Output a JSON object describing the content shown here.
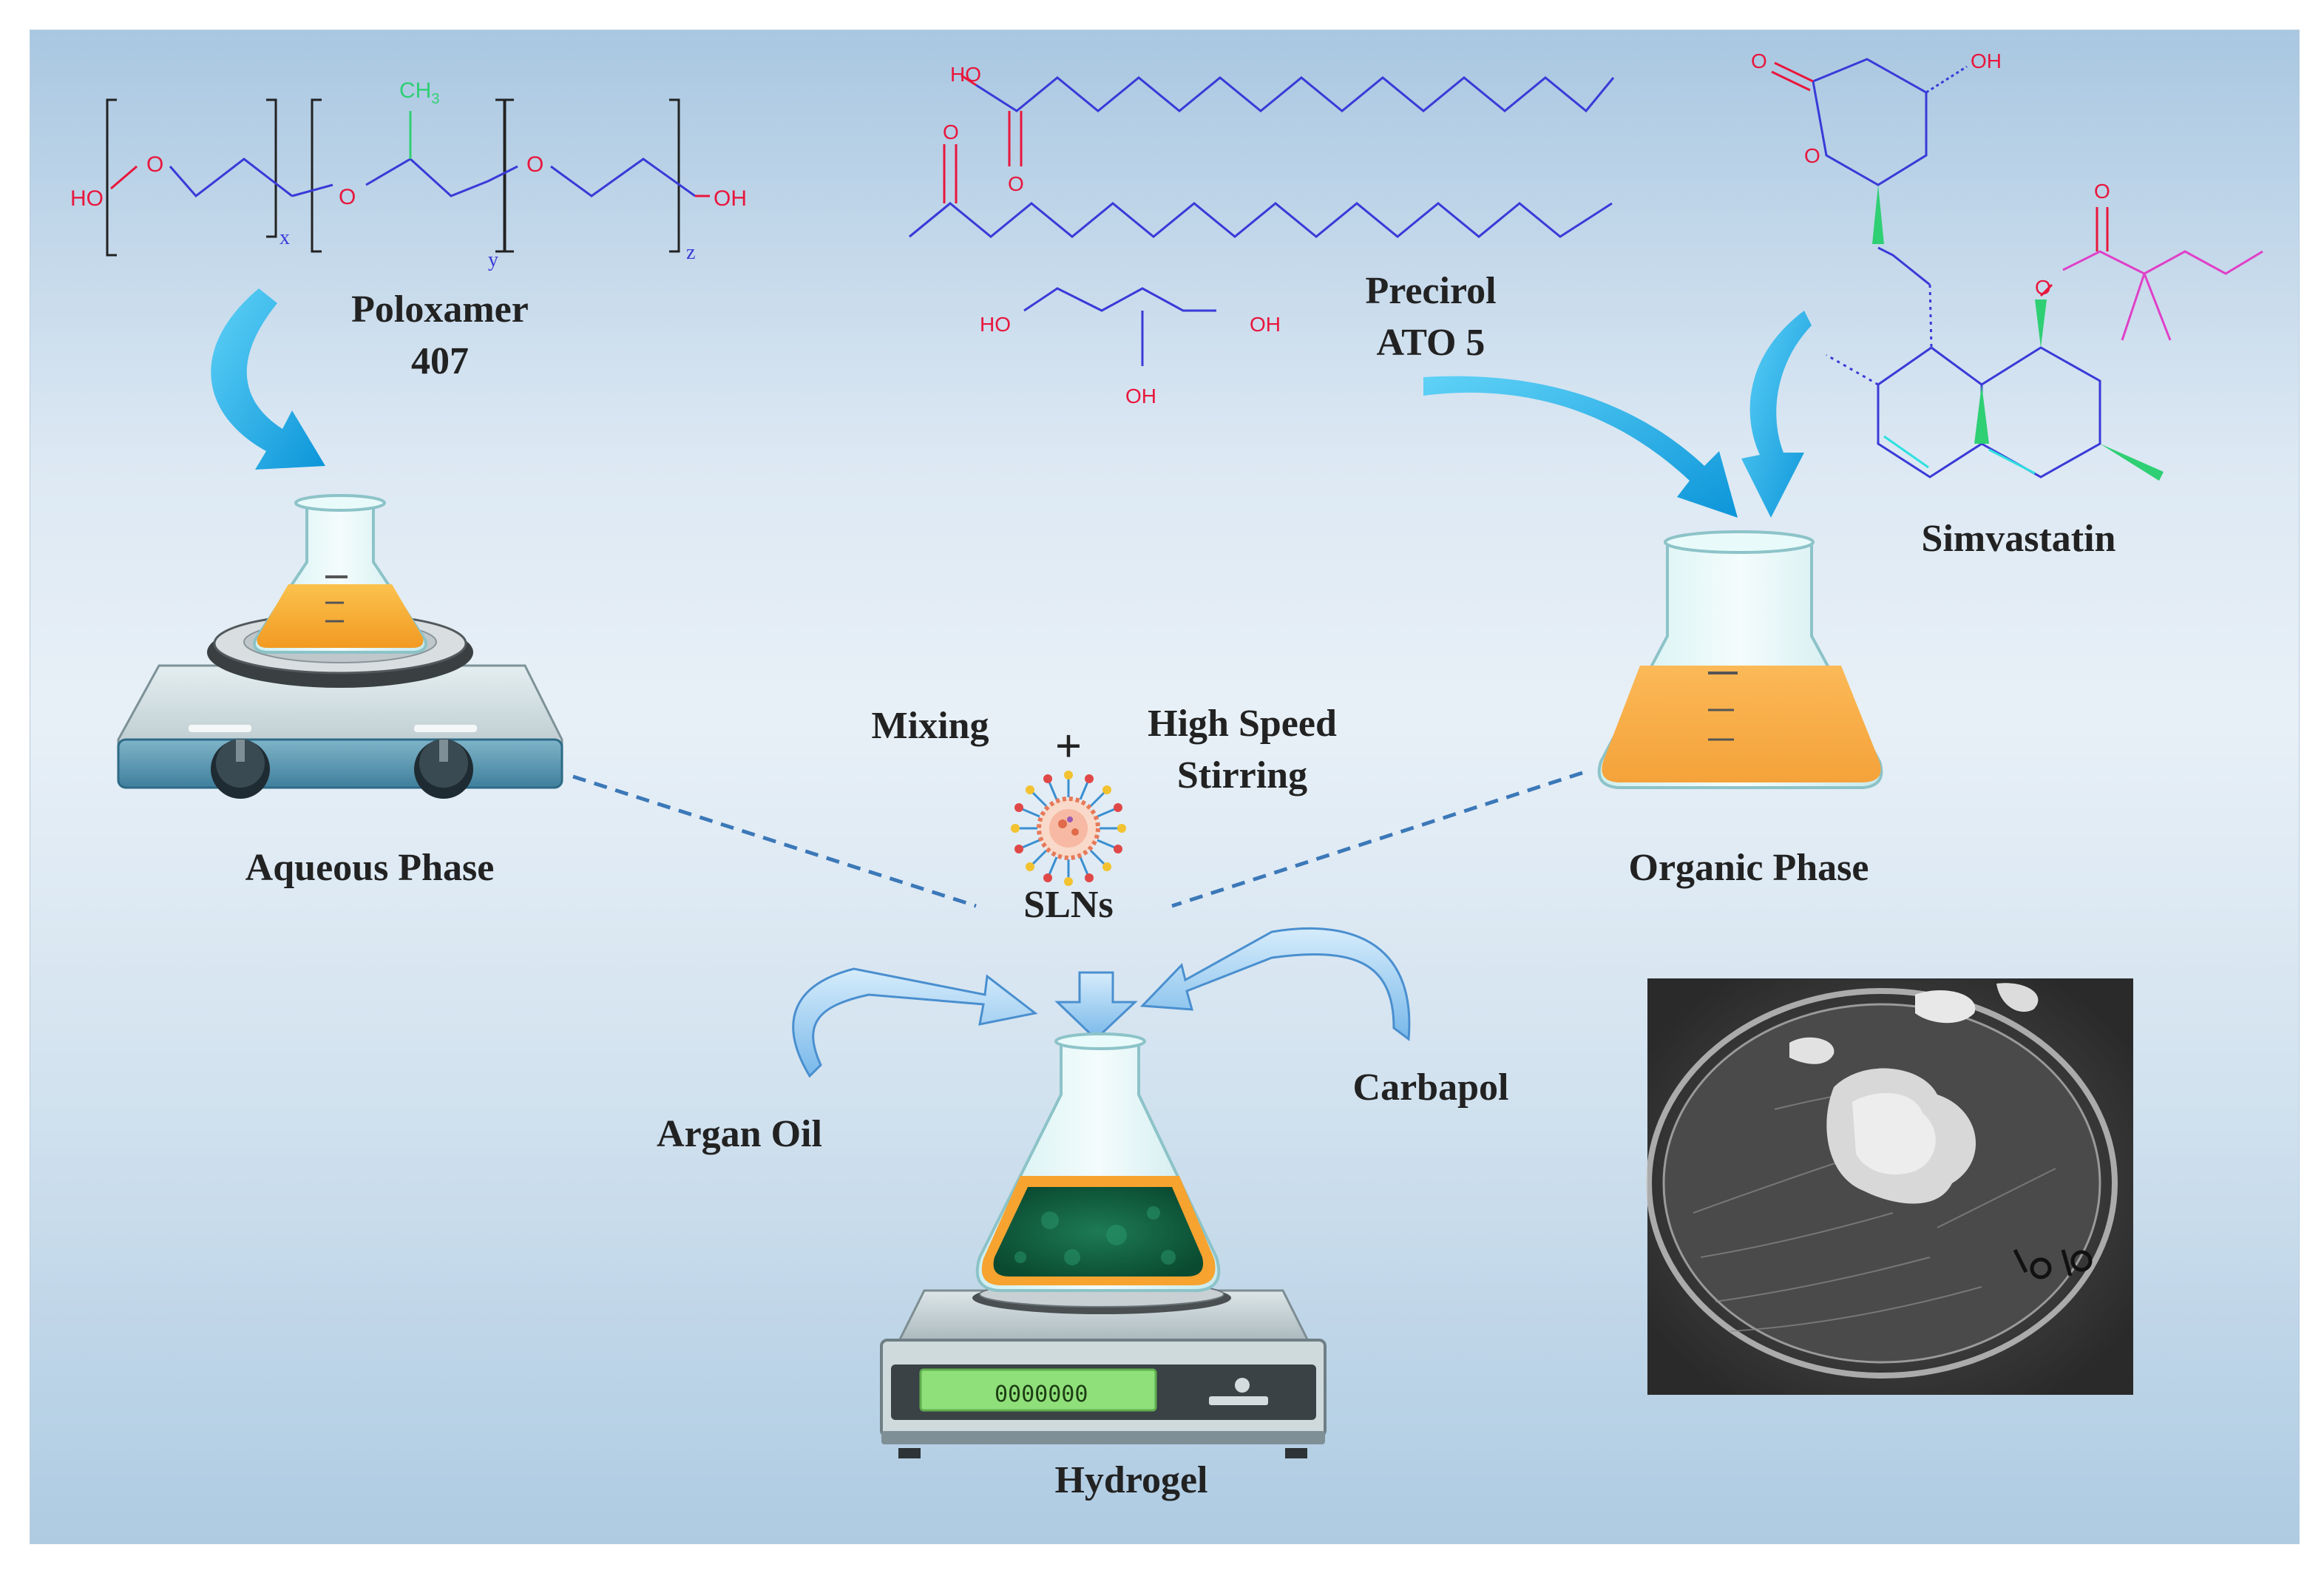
{
  "colors": {
    "panel_top": "#a9c7e1",
    "panel_mid": "#e8f0f7",
    "bond_blue": "#3a3ad8",
    "oxygen_red": "#e8163c",
    "methyl_green": "#2fcf74",
    "ester_magenta": "#e040c8",
    "arrow_cyan": "#1aa7e6",
    "flask_orange": "#f6a330",
    "gel_green": "#0c5a3c",
    "dashed_line": "#3b78b8"
  },
  "labels": {
    "poloxamer_line1": "Poloxamer",
    "poloxamer_line2": "407",
    "precirol_line1": "Precirol",
    "precirol_line2": "ATO 5",
    "simvastatin": "Simvastatin",
    "aqueous_phase": "Aqueous Phase",
    "organic_phase": "Organic Phase",
    "mixing": "Mixing",
    "plus": "+",
    "high_speed_line1": "High Speed",
    "high_speed_line2": "Stirring",
    "slns": "SLNs",
    "argan_oil": "Argan Oil",
    "carbapol": "Carbapol",
    "hydrogel": "Hydrogel",
    "balance_display": "0000000"
  },
  "poloxamer_atoms": {
    "ho": "HO",
    "o": "O",
    "ch3": "CH",
    "ch3_sub": "3",
    "oh": "OH",
    "sub_x": "x",
    "sub_y": "y",
    "sub_z": "z"
  },
  "precirol_atoms": {
    "ho_acid": "HO",
    "o_acid": "O",
    "o_ketone": "O",
    "ho_left": "HO",
    "oh_right": "OH",
    "oh_bottom": "OH"
  },
  "simvastatin_atoms": {
    "o_carbonyl": "O",
    "o_ring": "O",
    "oh": "OH",
    "o_ester": "O",
    "o_ester_carbonyl": "O"
  },
  "icons": {
    "hot_plate": "magnetic-stirrer-hotplate-icon",
    "flask": "erlenmeyer-flask-icon",
    "balance": "digital-balance-icon",
    "nanoparticle": "solid-lipid-nanoparticle-icon",
    "photo": "hydrogel-petri-dish-photo"
  }
}
